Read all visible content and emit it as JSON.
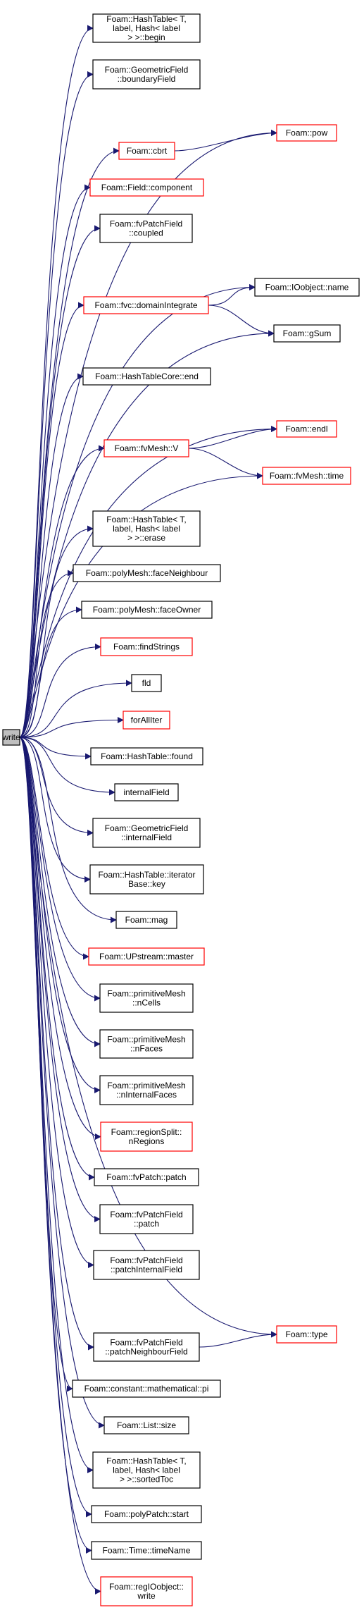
{
  "colors": {
    "edge": "#191970",
    "border_normal": "#000000",
    "border_truncated": "#ff0000",
    "root_fill": "#bfbfbf"
  },
  "root": {
    "label": [
      "write"
    ]
  },
  "nodes": [
    {
      "id": "begin",
      "label": [
        "Foam::HashTable< T,",
        "label, Hash< label",
        "> >::begin"
      ],
      "truncated": false
    },
    {
      "id": "boundaryField",
      "label": [
        "Foam::GeometricField",
        "::boundaryField"
      ],
      "truncated": false
    },
    {
      "id": "pow",
      "label": [
        "Foam::pow"
      ],
      "truncated": true
    },
    {
      "id": "cbrt",
      "label": [
        "Foam::cbrt"
      ],
      "truncated": true
    },
    {
      "id": "component",
      "label": [
        "Foam::Field::component"
      ],
      "truncated": true
    },
    {
      "id": "coupled",
      "label": [
        "Foam::fvPatchField",
        "::coupled"
      ],
      "truncated": false
    },
    {
      "id": "name",
      "label": [
        "Foam::IOobject::name"
      ],
      "truncated": false
    },
    {
      "id": "domainIntegrate",
      "label": [
        "Foam::fvc::domainIntegrate"
      ],
      "truncated": true
    },
    {
      "id": "gSum",
      "label": [
        "Foam::gSum"
      ],
      "truncated": false
    },
    {
      "id": "end",
      "label": [
        "Foam::HashTableCore::end"
      ],
      "truncated": false
    },
    {
      "id": "endl",
      "label": [
        "Foam::endl"
      ],
      "truncated": true
    },
    {
      "id": "V",
      "label": [
        "Foam::fvMesh::V"
      ],
      "truncated": true
    },
    {
      "id": "time",
      "label": [
        "Foam::fvMesh::time"
      ],
      "truncated": true
    },
    {
      "id": "erase",
      "label": [
        "Foam::HashTable< T,",
        "label, Hash< label",
        "> >::erase"
      ],
      "truncated": false
    },
    {
      "id": "faceNeighbour",
      "label": [
        "Foam::polyMesh::faceNeighbour"
      ],
      "truncated": false
    },
    {
      "id": "faceOwner",
      "label": [
        "Foam::polyMesh::faceOwner"
      ],
      "truncated": false
    },
    {
      "id": "findStrings",
      "label": [
        "Foam::findStrings"
      ],
      "truncated": true
    },
    {
      "id": "fld",
      "label": [
        "fld"
      ],
      "truncated": false
    },
    {
      "id": "forAllIter",
      "label": [
        "forAllIter"
      ],
      "truncated": true
    },
    {
      "id": "found",
      "label": [
        "Foam::HashTable::found"
      ],
      "truncated": false
    },
    {
      "id": "internalField",
      "label": [
        "internalField"
      ],
      "truncated": false
    },
    {
      "id": "gfInternalField",
      "label": [
        "Foam::GeometricField",
        "::internalField"
      ],
      "truncated": false
    },
    {
      "id": "key",
      "label": [
        "Foam::HashTable::iterator",
        "Base::key"
      ],
      "truncated": false
    },
    {
      "id": "mag",
      "label": [
        "Foam::mag"
      ],
      "truncated": false
    },
    {
      "id": "master",
      "label": [
        "Foam::UPstream::master"
      ],
      "truncated": true
    },
    {
      "id": "nCells",
      "label": [
        "Foam::primitiveMesh",
        "::nCells"
      ],
      "truncated": false
    },
    {
      "id": "nFaces",
      "label": [
        "Foam::primitiveMesh",
        "::nFaces"
      ],
      "truncated": false
    },
    {
      "id": "nInternalFaces",
      "label": [
        "Foam::primitiveMesh",
        "::nInternalFaces"
      ],
      "truncated": false
    },
    {
      "id": "nRegions",
      "label": [
        "Foam::regionSplit::",
        "nRegions"
      ],
      "truncated": true
    },
    {
      "id": "patch",
      "label": [
        "Foam::fvPatch::patch"
      ],
      "truncated": false
    },
    {
      "id": "fpfPatch",
      "label": [
        "Foam::fvPatchField",
        "::patch"
      ],
      "truncated": false
    },
    {
      "id": "patchInternalField",
      "label": [
        "Foam::fvPatchField",
        "::patchInternalField"
      ],
      "truncated": false
    },
    {
      "id": "type",
      "label": [
        "Foam::type"
      ],
      "truncated": true
    },
    {
      "id": "patchNeighbourField",
      "label": [
        "Foam::fvPatchField",
        "::patchNeighbourField"
      ],
      "truncated": false
    },
    {
      "id": "pi",
      "label": [
        "Foam::constant::mathematical::pi"
      ],
      "truncated": false
    },
    {
      "id": "size",
      "label": [
        "Foam::List::size"
      ],
      "truncated": false
    },
    {
      "id": "sortedToc",
      "label": [
        "Foam::HashTable< T,",
        "label, Hash< label",
        "> >::sortedToc"
      ],
      "truncated": false
    },
    {
      "id": "start",
      "label": [
        "Foam::polyPatch::start"
      ],
      "truncated": false
    },
    {
      "id": "timeName",
      "label": [
        "Foam::Time::timeName"
      ],
      "truncated": false
    },
    {
      "id": "regWrite",
      "label": [
        "Foam::regIOobject::",
        "write"
      ],
      "truncated": true
    }
  ],
  "edges": [
    [
      "root",
      "begin"
    ],
    [
      "root",
      "boundaryField"
    ],
    [
      "root",
      "pow"
    ],
    [
      "root",
      "cbrt"
    ],
    [
      "root",
      "component"
    ],
    [
      "root",
      "coupled"
    ],
    [
      "root",
      "name"
    ],
    [
      "root",
      "domainIntegrate"
    ],
    [
      "root",
      "gSum"
    ],
    [
      "root",
      "end"
    ],
    [
      "root",
      "endl"
    ],
    [
      "root",
      "V"
    ],
    [
      "root",
      "time"
    ],
    [
      "root",
      "erase"
    ],
    [
      "root",
      "faceNeighbour"
    ],
    [
      "root",
      "faceOwner"
    ],
    [
      "root",
      "findStrings"
    ],
    [
      "root",
      "fld"
    ],
    [
      "root",
      "forAllIter"
    ],
    [
      "root",
      "found"
    ],
    [
      "root",
      "internalField"
    ],
    [
      "root",
      "gfInternalField"
    ],
    [
      "root",
      "key"
    ],
    [
      "root",
      "mag"
    ],
    [
      "root",
      "master"
    ],
    [
      "root",
      "nCells"
    ],
    [
      "root",
      "nFaces"
    ],
    [
      "root",
      "nInternalFaces"
    ],
    [
      "root",
      "nRegions"
    ],
    [
      "root",
      "patch"
    ],
    [
      "root",
      "fpfPatch"
    ],
    [
      "root",
      "patchInternalField"
    ],
    [
      "root",
      "type"
    ],
    [
      "root",
      "patchNeighbourField"
    ],
    [
      "root",
      "pi"
    ],
    [
      "root",
      "size"
    ],
    [
      "root",
      "sortedToc"
    ],
    [
      "root",
      "start"
    ],
    [
      "root",
      "timeName"
    ],
    [
      "root",
      "regWrite"
    ],
    [
      "cbrt",
      "pow"
    ],
    [
      "domainIntegrate",
      "name"
    ],
    [
      "domainIntegrate",
      "gSum"
    ],
    [
      "V",
      "endl"
    ],
    [
      "V",
      "time"
    ],
    [
      "patchNeighbourField",
      "type"
    ]
  ]
}
